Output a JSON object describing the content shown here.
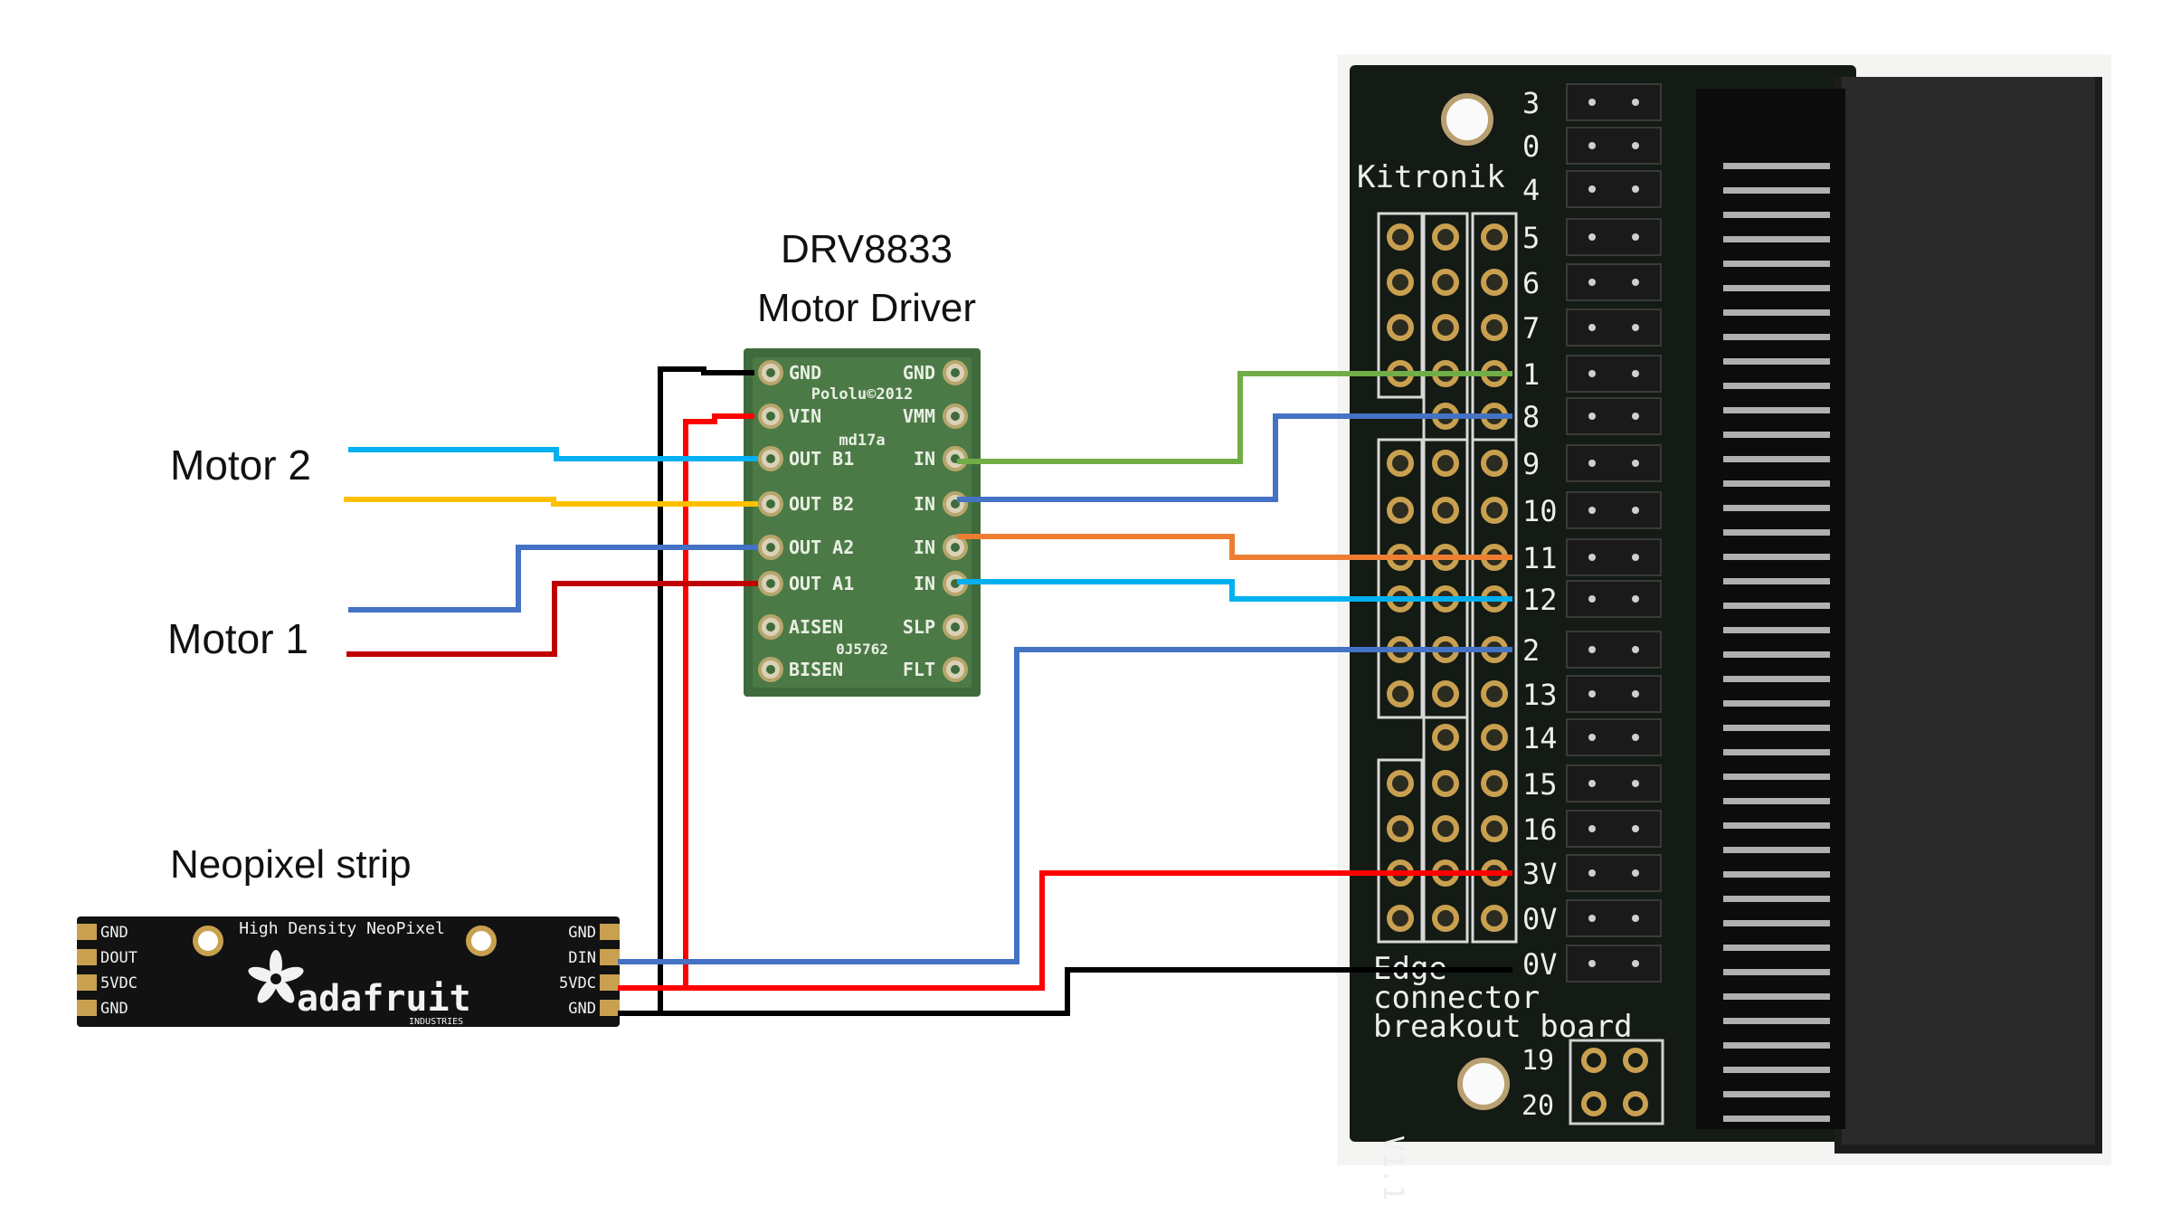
{
  "labels": {
    "driver_title_1": "DRV8833",
    "driver_title_2": "Motor Driver",
    "motor2": "Motor 2",
    "motor1": "Motor 1",
    "neopixel": "Neopixel strip"
  },
  "driver_board": {
    "left_pins": [
      "GND",
      "VIN",
      "OUT B1",
      "OUT B2",
      "OUT A2",
      "OUT A1",
      "AISEN",
      "BISEN"
    ],
    "right_pins": [
      "GND",
      "VMM",
      "IN",
      "IN",
      "IN",
      "IN",
      "SLP",
      "FLT"
    ],
    "maker": "Pololu©2012",
    "model": "md17a",
    "code": "0J5762"
  },
  "neopixel_board": {
    "title": "High Density NeoPixel",
    "brand": "adafruit",
    "sub": "INDUSTRIES",
    "left_pins": [
      "GND",
      "DOUT",
      "5VDC",
      "GND"
    ],
    "right_pins": [
      "GND",
      "DIN",
      "5VDC",
      "GND"
    ]
  },
  "breakout_board": {
    "brand": "Kitronik",
    "pins": [
      "3",
      "0",
      "4",
      "5",
      "6",
      "7",
      "1",
      "8",
      "9",
      "10",
      "11",
      "12",
      "2",
      "13",
      "14",
      "15",
      "16",
      "3V",
      "0V",
      "0V"
    ],
    "footer_1": "Edge",
    "footer_2": "connector",
    "footer_3": "breakout board",
    "version": "V1.1",
    "extra_pins": [
      "19",
      "20"
    ]
  },
  "wire_colors": {
    "black": "#000000",
    "red": "#ff0000",
    "dark_red": "#c00000",
    "blue": "#4472c4",
    "light_blue": "#00b0f0",
    "yellow": "#ffc000",
    "green": "#70ad47",
    "orange": "#ed7d31"
  }
}
